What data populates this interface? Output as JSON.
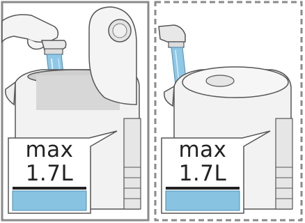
{
  "panels": [
    {
      "id": "left",
      "state": "lid-open-filling",
      "border": "solid",
      "capacity": {
        "line1": "max",
        "line2": "1.7L"
      }
    },
    {
      "id": "right",
      "state": "lid-closed-filling-through-spout",
      "border": "dashed",
      "capacity": {
        "line1": "max",
        "line2": "1.7L"
      }
    }
  ],
  "colors": {
    "water": "#8fc8e6",
    "level_bar": "#88c3e2",
    "outline": "#555555",
    "panel_border": "#8a8a8a",
    "kettle_fill": "#f2f2f2"
  },
  "icons": [
    "faucet-icon",
    "kettle-icon",
    "hand-icon"
  ]
}
